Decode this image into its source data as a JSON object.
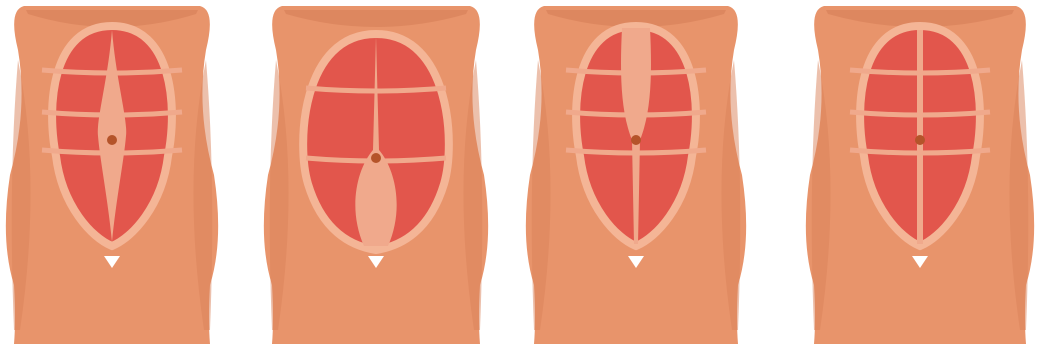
{
  "figure": {
    "colors": {
      "background": "#ffffff",
      "skin": "#e8946b",
      "skin_shadow": "#d9825a",
      "skin_highlight": "#efa47d",
      "muscle": "#e2564c",
      "muscle_gap": "#f0a98c",
      "outline": "#f4b596",
      "linea_alba": "#f0a98c",
      "navel": "#b5542a",
      "pubic_mark": "#ffffff"
    },
    "panels": [
      {
        "id": "panel-1",
        "pattern": "upper-and-lower-separation",
        "label": ""
      },
      {
        "id": "panel-2",
        "pattern": "lower-separation",
        "label": ""
      },
      {
        "id": "panel-3",
        "pattern": "upper-separation",
        "label": ""
      },
      {
        "id": "panel-4",
        "pattern": "normal",
        "label": ""
      }
    ]
  }
}
